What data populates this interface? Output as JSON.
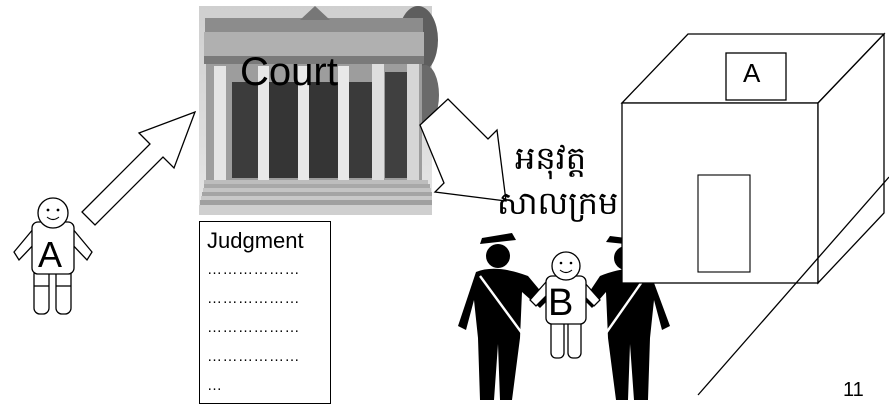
{
  "court": {
    "label": "Court"
  },
  "enforce_label": {
    "line1": "អនុវត្ត",
    "line2": "សាលក្រម"
  },
  "judgment": {
    "title": "Judgment",
    "lines": [
      "………………",
      "………………",
      "………………",
      "………………",
      "…"
    ]
  },
  "persons": {
    "defendant": "A",
    "enforcer": "B"
  },
  "building": {
    "label": "A"
  },
  "slide": {
    "page_number": "11"
  }
}
